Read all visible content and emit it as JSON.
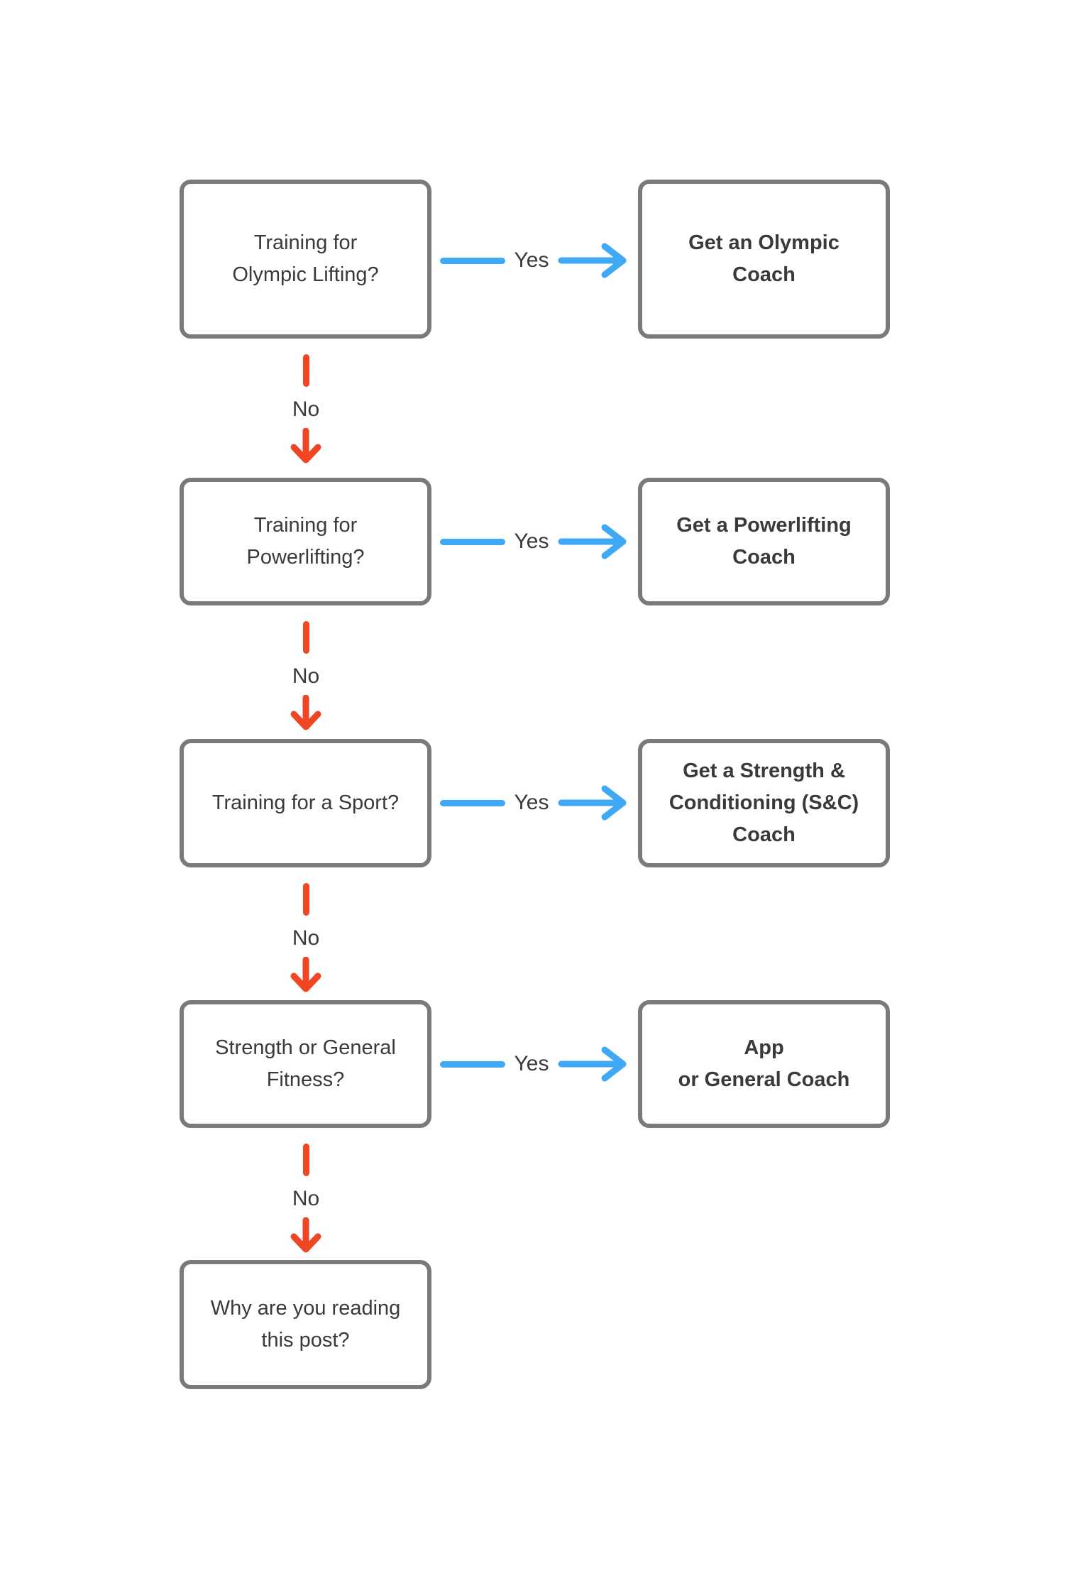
{
  "colors": {
    "yes_arrow": "#3FA9F5",
    "no_arrow": "#F04623",
    "box_border": "#7A7A7A",
    "text": "#3A3A3A",
    "bg": "#FFFFFF"
  },
  "flowchart": {
    "rows": [
      {
        "question_lines": [
          "Training for",
          "Olympic Lifting?"
        ],
        "yes_label": "Yes",
        "no_label": "No",
        "result_lines": [
          "Get an Olympic",
          "Coach"
        ]
      },
      {
        "question_lines": [
          "Training for",
          "Powerlifting?"
        ],
        "yes_label": "Yes",
        "no_label": "No",
        "result_lines": [
          "Get a Powerlifting",
          "Coach"
        ]
      },
      {
        "question_lines": [
          "Training for a Sport?"
        ],
        "yes_label": "Yes",
        "no_label": "No",
        "result_lines": [
          "Get a Strength &",
          "Conditioning (S&C)",
          "Coach"
        ]
      },
      {
        "question_lines": [
          "Strength or General",
          "Fitness?"
        ],
        "yes_label": "Yes",
        "no_label": "No",
        "result_lines": [
          "App",
          "or General Coach"
        ]
      }
    ],
    "final_lines": [
      "Why are you reading",
      "this post?"
    ]
  }
}
